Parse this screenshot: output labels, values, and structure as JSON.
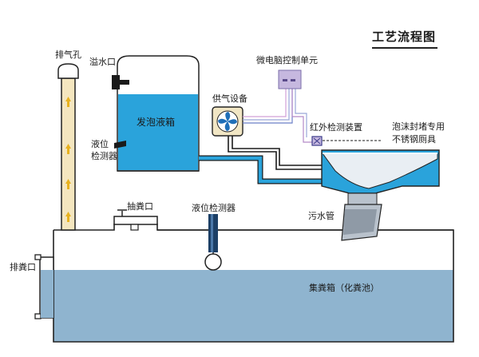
{
  "title": "工艺流程图",
  "labels": {
    "exhaust_hole": "排气孔",
    "overflow_port": "溢水口",
    "foam_tank": "发泡液箱",
    "tank_level_detector_line1": "液位",
    "tank_level_detector_line2": "检测器",
    "air_supply": "供气设备",
    "micro_controller": "微电脑控制单元",
    "ir_detector": "红外检测装置",
    "toilet_line1": "泡沫封堵专用",
    "toilet_line2": "不锈钢厕具",
    "suction_port": "抽粪口",
    "level_detector": "液位检测器",
    "sewage_pipe": "污水管",
    "discharge_port": "排粪口",
    "collection_tank": "集粪箱（化粪池）"
  },
  "colors": {
    "tank_blue": "#2aa3db",
    "pipe_blue": "#2aa3db",
    "sewage_fill": "#8fb4cf",
    "vent_fill": "#f4e6bf",
    "arrow": "#e8b220",
    "controller": "#c6b8df",
    "toilet_fill": "#2aa3db",
    "fan_blue": "#1f6fb8",
    "detector_stem": "#1c3f66"
  }
}
